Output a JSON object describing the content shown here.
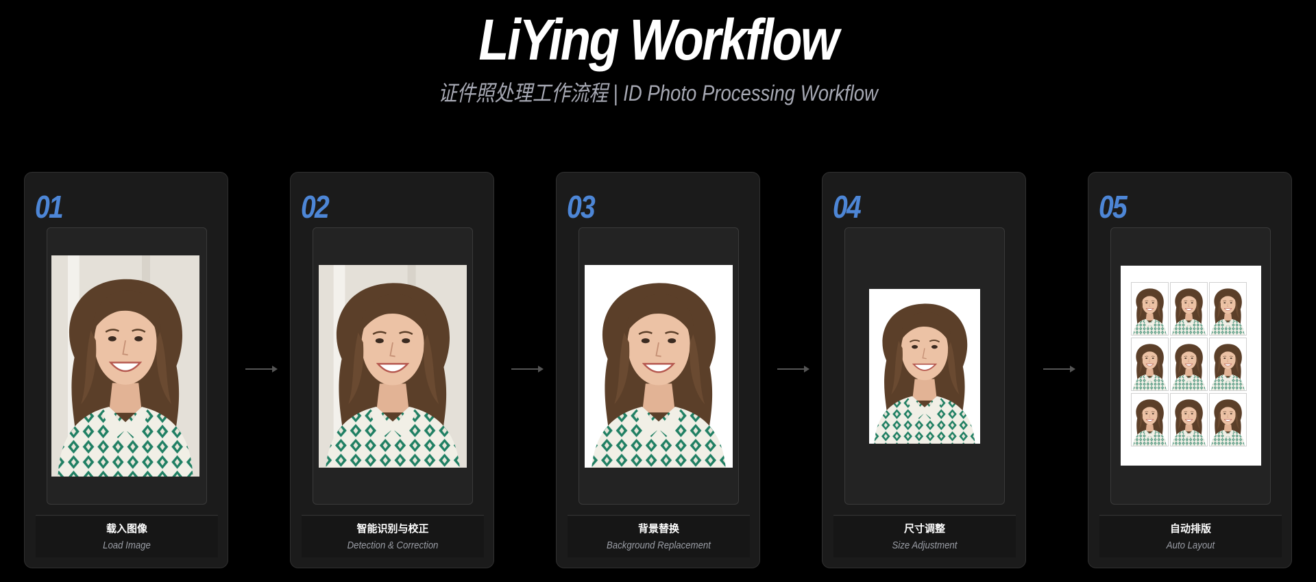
{
  "header": {
    "title": "LiYing Workflow",
    "subtitle": "证件照处理工作流程 | ID Photo Processing Workflow"
  },
  "steps": [
    {
      "number": "01",
      "label_cn": "载入图像",
      "label_en": "Load Image"
    },
    {
      "number": "02",
      "label_cn": "智能识别与校正",
      "label_en": "Detection & Correction"
    },
    {
      "number": "03",
      "label_cn": "背景替换",
      "label_en": "Background Replacement"
    },
    {
      "number": "04",
      "label_cn": "尺寸调整",
      "label_en": "Size Adjustment"
    },
    {
      "number": "05",
      "label_cn": "自动排版",
      "label_en": "Auto Layout"
    }
  ],
  "colors": {
    "background": "#000000",
    "card": "#1b1b1b",
    "accent": "#4d86d6",
    "subtitle": "#a7a9b4"
  },
  "icons": [
    "arrow-right-icon"
  ]
}
